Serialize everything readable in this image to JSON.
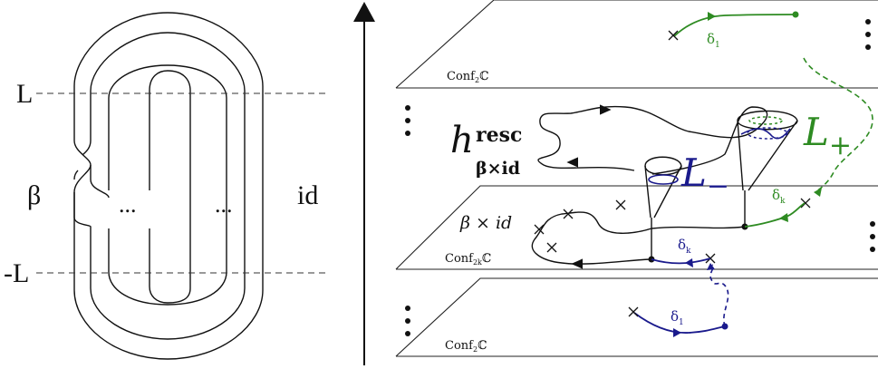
{
  "colors": {
    "ink": "#111111",
    "green": "#2e8b22",
    "blue": "#1a1a8c"
  },
  "left": {
    "level_top": "L",
    "level_bottom": "-L",
    "braid": "β",
    "identity": "id",
    "ellipsis_left": "...",
    "ellipsis_right": "..."
  },
  "right": {
    "plane_top": "Conf",
    "plane_top_sub": "2",
    "plane_top_tail": "ℂ",
    "plane_mid": "Conf",
    "plane_mid_sub": "2k",
    "plane_mid_tail": "ℂ",
    "plane_bot": "Conf",
    "plane_bot_sub": "2",
    "plane_bot_tail": "ℂ",
    "h_base": "h",
    "h_sup": "resc",
    "h_sub": "β×id",
    "beta_id": "β × id",
    "L_minus_base": "L",
    "L_minus_sub": "−",
    "L_plus_base": "L",
    "L_plus_sub": "+",
    "delta": "δ",
    "delta_sub_1": "1",
    "delta_sub_k": "k",
    "vdots": "⋮"
  }
}
